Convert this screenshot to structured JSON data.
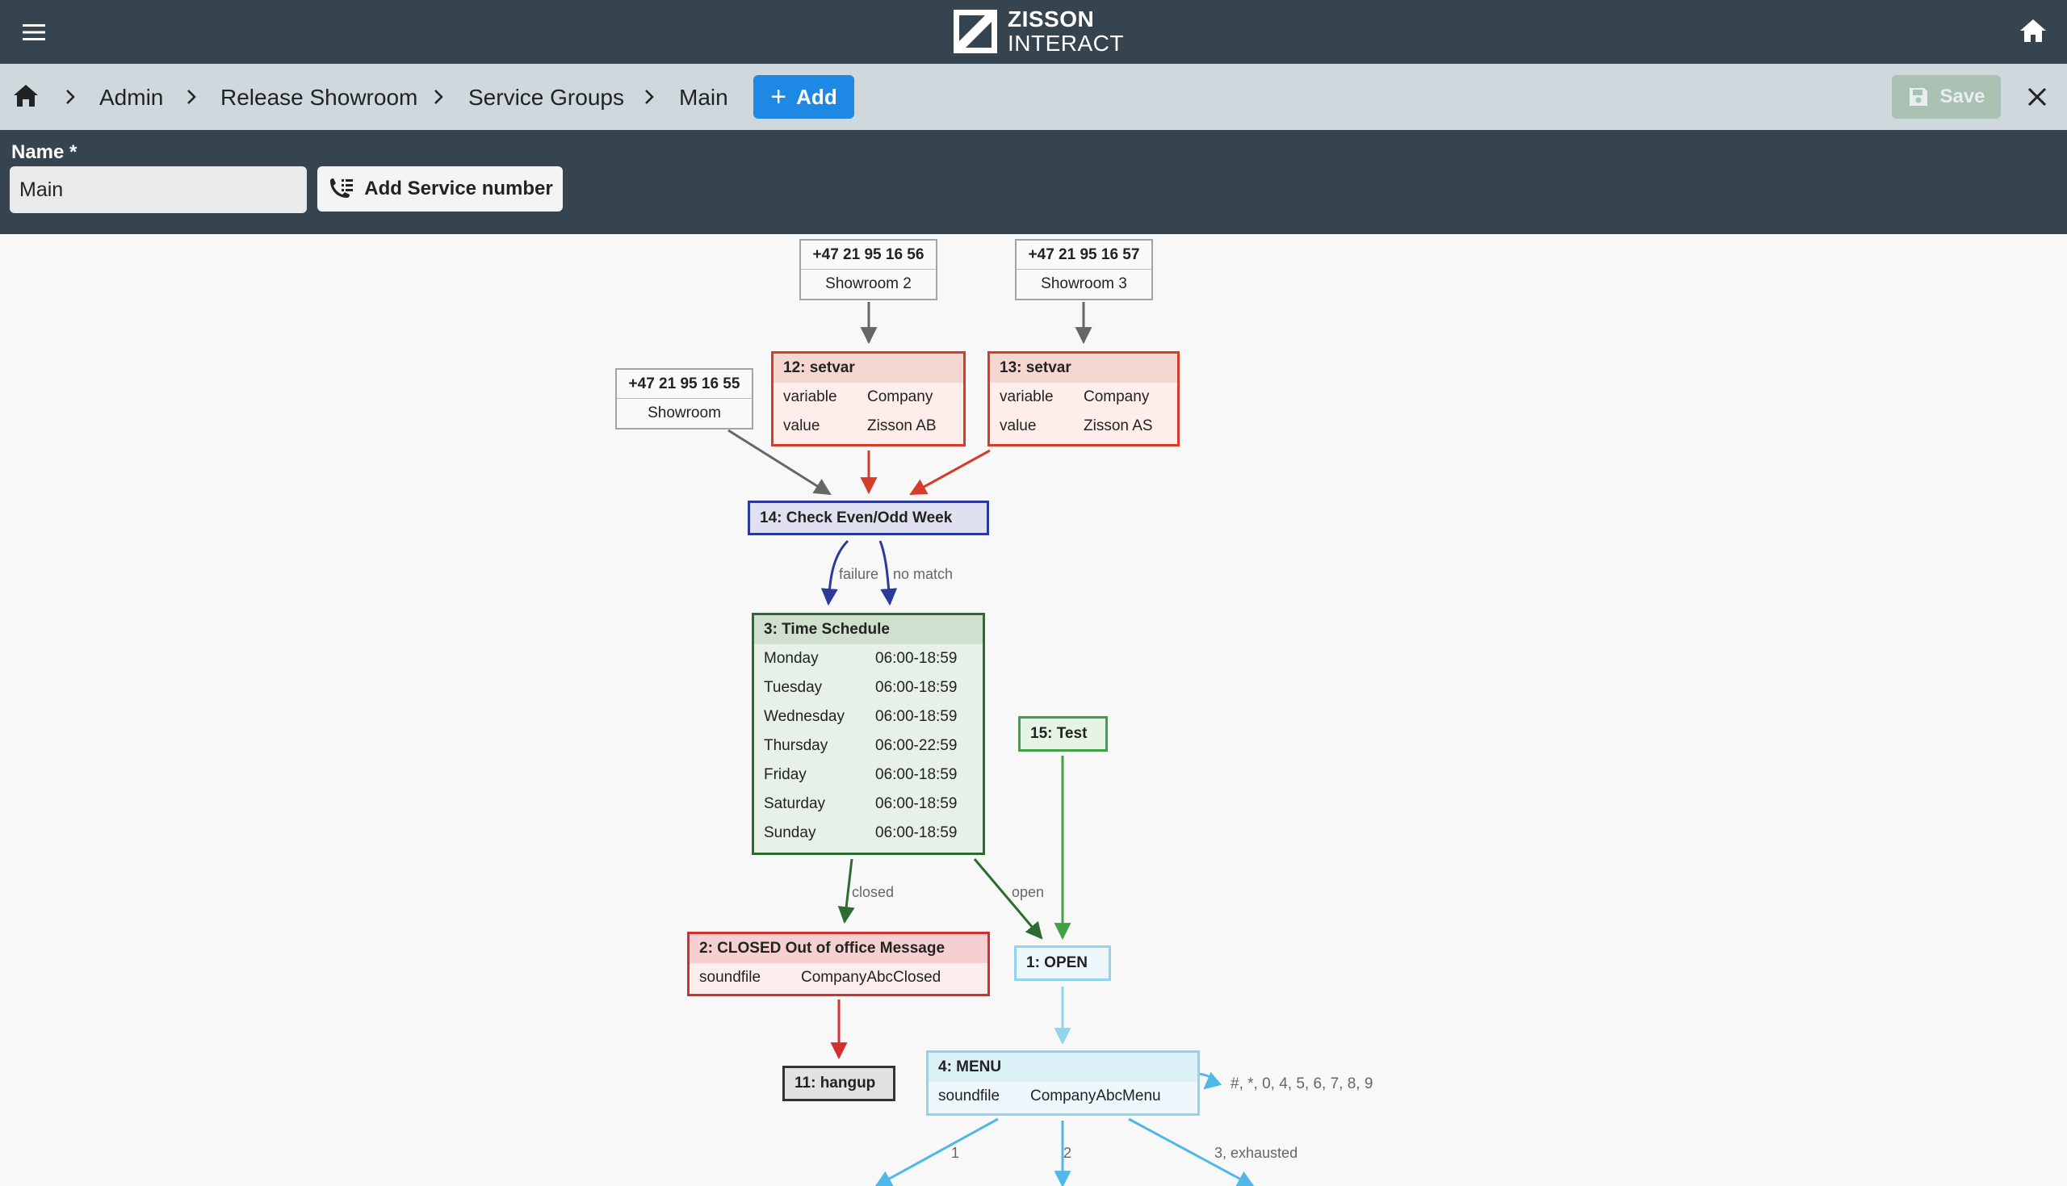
{
  "app": {
    "logo_line1": "ZISSON",
    "logo_line2": "INTERACT"
  },
  "breadcrumb": {
    "items": [
      "Admin",
      "Release Showroom",
      "Service Groups",
      "Main"
    ],
    "add_label": "Add",
    "save_label": "Save"
  },
  "form": {
    "name_label": "Name *",
    "name_value": "Main",
    "add_service_label": "Add Service number"
  },
  "flow": {
    "numbers": [
      {
        "number": "+47 21 95 16 55",
        "name": "Showroom"
      },
      {
        "number": "+47 21 95 16 56",
        "name": "Showroom 2"
      },
      {
        "number": "+47 21 95 16 57",
        "name": "Showroom 3"
      }
    ],
    "setvar12": {
      "title": "12: setvar",
      "rows": [
        {
          "k": "variable",
          "v": "Company"
        },
        {
          "k": "value",
          "v": "Zisson AB"
        }
      ]
    },
    "setvar13": {
      "title": "13: setvar",
      "rows": [
        {
          "k": "variable",
          "v": "Company"
        },
        {
          "k": "value",
          "v": "Zisson AS"
        }
      ]
    },
    "check": {
      "title": "14: Check Even/Odd Week"
    },
    "schedule": {
      "title": "3: Time Schedule",
      "rows": [
        {
          "k": "Monday",
          "v": "06:00-18:59"
        },
        {
          "k": "Tuesday",
          "v": "06:00-18:59"
        },
        {
          "k": "Wednesday",
          "v": "06:00-18:59"
        },
        {
          "k": "Thursday",
          "v": "06:00-22:59"
        },
        {
          "k": "Friday",
          "v": "06:00-18:59"
        },
        {
          "k": "Saturday",
          "v": "06:00-18:59"
        },
        {
          "k": "Sunday",
          "v": "06:00-18:59"
        }
      ]
    },
    "test": {
      "title": "15: Test"
    },
    "closed": {
      "title": "2: CLOSED Out of office Message",
      "rows": [
        {
          "k": "soundfile",
          "v": "CompanyAbcClosed"
        }
      ]
    },
    "open": {
      "title": "1: OPEN"
    },
    "hangup": {
      "title": "11: hangup"
    },
    "menu": {
      "title": "4: MENU",
      "rows": [
        {
          "k": "soundfile",
          "v": "CompanyAbcMenu"
        }
      ]
    },
    "edge_labels": {
      "failure": "failure",
      "no_match": "no match",
      "closed": "closed",
      "open": "open",
      "menu_loop": "#, *, 0, 4, 5, 6, 7, 8, 9",
      "one": "1",
      "two": "2",
      "three": "3, exhausted"
    }
  },
  "colors": {
    "topbar": "#36444f",
    "crumbbar": "#cfd8dc",
    "accent": "#1e88e5",
    "setvar": "#d63c2a",
    "check": "#2b3a9a",
    "schedule": "#2e6b32",
    "test": "#43a047",
    "open": "#90d4ee"
  }
}
